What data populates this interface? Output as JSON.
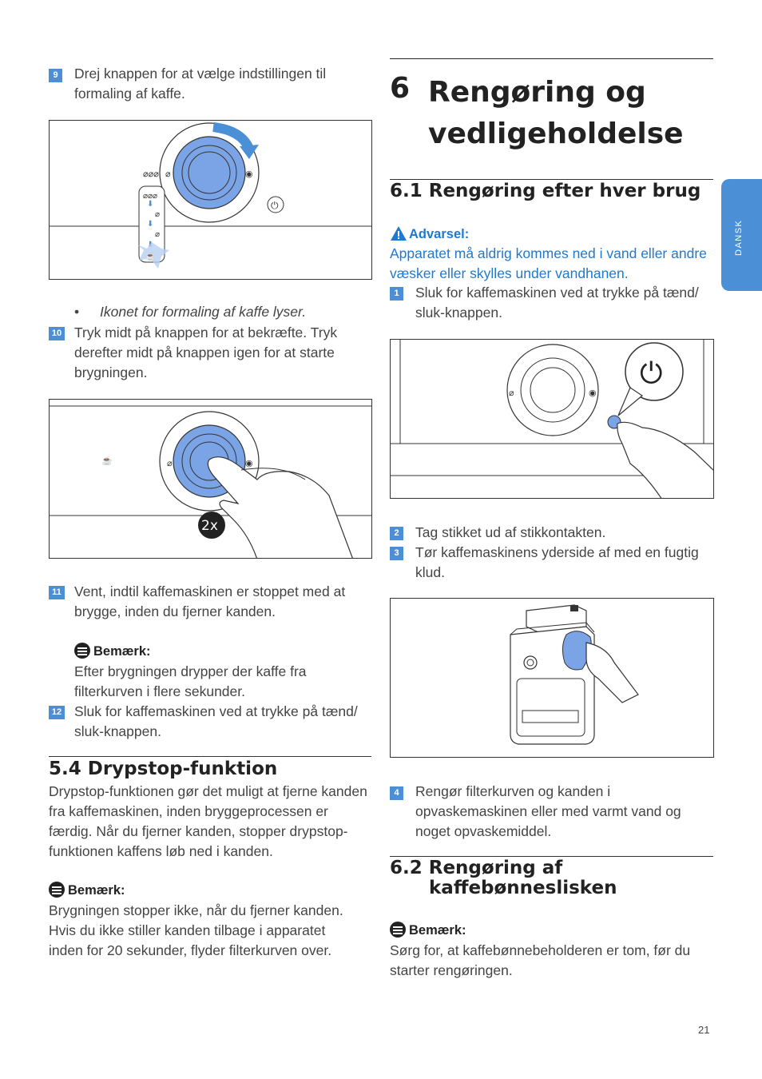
{
  "left": {
    "step9": {
      "num": "9",
      "text": "Drej knappen for at vælge indstillingen til formaling af kaffe."
    },
    "bullet": "Ikonet for formaling af kaffe lyser.",
    "step10": {
      "num": "10",
      "text": "Tryk midt på knappen for at bekræfte. Tryk derefter midt på knappen igen for at starte brygningen."
    },
    "figure2_badge": "2x",
    "step11": {
      "num": "11",
      "text": "Vent, indtil kaffemaskinen er stoppet med at brygge, inden du fjerner kanden."
    },
    "note1": {
      "label": "Bemærk:",
      "text": "Efter brygningen drypper der kaffe fra filterkurven i flere sekunder."
    },
    "step12": {
      "num": "12",
      "text": "Sluk for kaffemaskinen ved at trykke på tænd/ sluk-knappen."
    },
    "section54": {
      "title": "5.4 Drypstop-funktion",
      "body": "Drypstop-funktionen gør det muligt at fjerne kanden fra kaffemaskinen, inden bryggeprocessen er færdig. Når du fjerner kanden, stopper drypstop-funktionen kaffens løb ned i kanden."
    },
    "note2": {
      "label": "Bemærk:",
      "text": "Brygningen stopper ikke, når du fjerner kanden. Hvis du ikke stiller kanden tilbage i apparatet inden for 20 sekunder, flyder filterkurven over."
    }
  },
  "right": {
    "chapter": {
      "num": "6",
      "title_line1": "Rengøring og",
      "title_line2": "vedligeholdelse"
    },
    "section61": {
      "title": "6.1 Rengøring efter hver brug"
    },
    "warning": {
      "label": "Advarsel:",
      "text": "Apparatet må aldrig kommes ned i vand eller andre væsker eller skylles under vandhanen."
    },
    "step1": {
      "num": "1",
      "text": "Sluk for kaffemaskinen ved at trykke på tænd/ sluk-knappen."
    },
    "step2": {
      "num": "2",
      "text": "Tag stikket ud af stikkontakten."
    },
    "step3": {
      "num": "3",
      "text": "Tør kaffemaskinens yderside af med en fugtig klud."
    },
    "step4": {
      "num": "4",
      "text": "Rengør filterkurven og kanden i opvaskemaskinen eller med varmt vand og noget opvaskemiddel."
    },
    "section62": {
      "title_line1": "6.2 Rengøring af",
      "title_line2": "kaffebønneslisken"
    },
    "note3": {
      "label": "Bemærk:",
      "text": "Sørg for, at kaffebønnebeholderen er tom, før du starter rengøringen."
    }
  },
  "side_tab": "DANSK",
  "page_number": "21",
  "colors": {
    "accent": "#4b8fd7",
    "warning": "#1e79cf",
    "knob": "#7aa4e6"
  }
}
